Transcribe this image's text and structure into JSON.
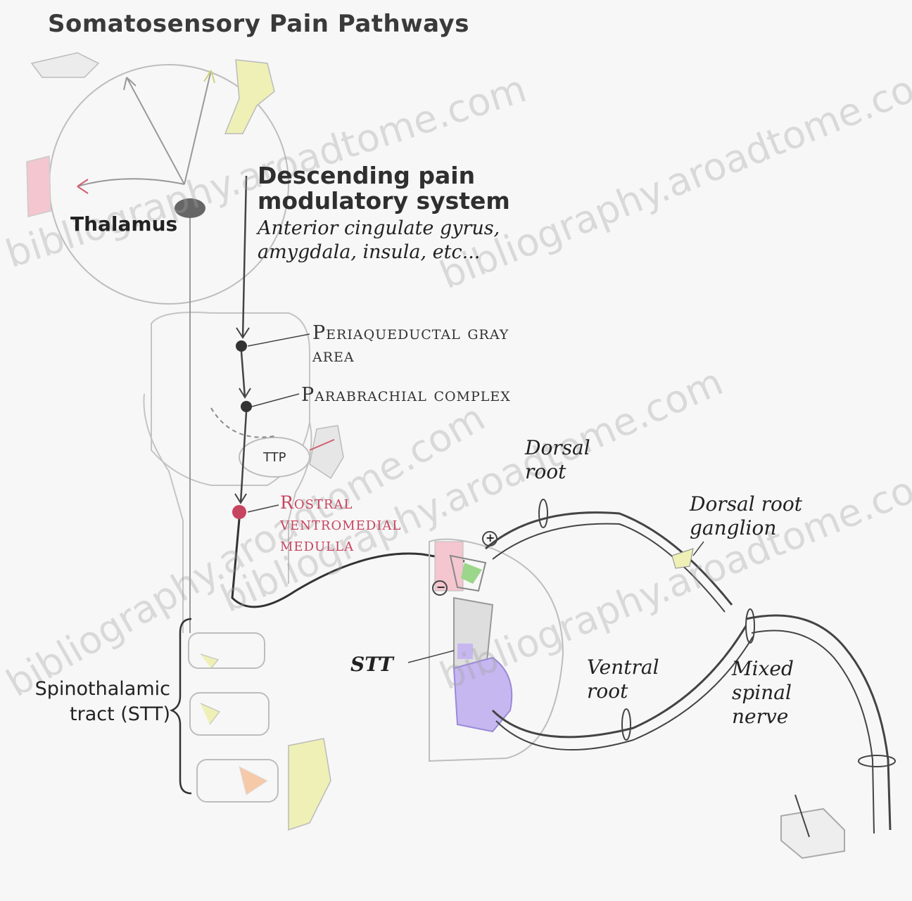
{
  "diagram": {
    "title": "Somatosensory Pain Pathways",
    "descending": {
      "heading_line1": "Descending pain",
      "heading_line2": "modulatory system",
      "sub_line1": "Anterior cingulate gyrus,",
      "sub_line2": "amygdala, insula, etc..."
    },
    "labels": {
      "thalamus": "Thalamus",
      "pag_line1": "Periaqueductal gray",
      "pag_line2": "area",
      "parabrachial": "Parabrachial complex",
      "ttp": "TTP",
      "rvm_line1": "Rostral",
      "rvm_line2": "ventromedial",
      "rvm_line3": "medulla",
      "dorsal_root_line1": "Dorsal",
      "dorsal_root_line2": "root",
      "drg_line1": "Dorsal root",
      "drg_line2": "ganglion",
      "stt_short": "STT",
      "ventral_root_line1": "Ventral",
      "ventral_root_line2": "root",
      "mixed_line1": "Mixed",
      "mixed_line2": "spinal",
      "mixed_line3": "nerve",
      "stt_long_line1": "Spinothalamic",
      "stt_long_line2": "tract (STT)",
      "plus": "+",
      "minus": "−"
    },
    "watermarks": [
      "bibliography.aroadtome.com",
      "bibliography.aroadtome.com",
      "bibliography.aroadtome.com",
      "bibliography.aroadtome.com",
      "bibliography.aroadtome.com"
    ],
    "colors": {
      "line": "#444444",
      "outline": "#b8b8b8",
      "pink": "#f4c6cf",
      "yellow": "#eef0b6",
      "green": "#9bd68a",
      "purple": "#c6b7f0",
      "rvm": "#c7445e"
    }
  }
}
